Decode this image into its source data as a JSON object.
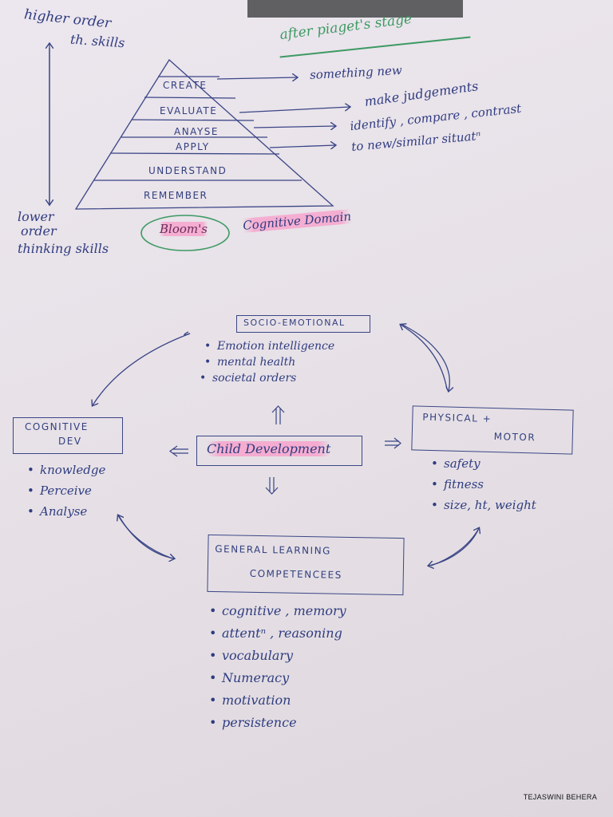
{
  "top_left": {
    "higher_line1": "higher order",
    "higher_line2": "th. skills",
    "lower_line1": "lower",
    "lower_line2": "order",
    "lower_line3": "thinking skills"
  },
  "title_top": "after piaget's stage",
  "pyramid": {
    "levels": [
      "CREATE",
      "EVALUATE",
      "ANAYSE",
      "APPLY",
      "UNDERSTAND",
      "REMEMBER"
    ],
    "notes": [
      "something new",
      "make judgements",
      "identify , compare , contrast",
      "to new/similar situatⁿ"
    ]
  },
  "blooms": {
    "circled": "Bloom's",
    "rest": "Cognitive Domain"
  },
  "socio": {
    "title": "SOCIO-EMOTIONAL",
    "items": [
      "Emotion intelligence",
      "mental health",
      "societal orders"
    ]
  },
  "cognitive": {
    "title_line1": "COGNITIVE",
    "title_line2": "DEV",
    "items": [
      "knowledge",
      "Perceive",
      "Analyse"
    ]
  },
  "center": {
    "label": "Child Development"
  },
  "physical": {
    "title_line1": "PHYSICAL +",
    "title_line2": "MOTOR",
    "items": [
      "safety",
      "fitness",
      "size, ht, weight"
    ]
  },
  "general": {
    "title_line1": "GENERAL LEARNING",
    "title_line2": "COMPETENCEES",
    "items": [
      "cognitive , memory",
      "attentⁿ , reasoning",
      "vocabulary",
      "Numeracy",
      "motivation",
      "persistence"
    ]
  },
  "watermark": "TEJASWINI BEHERA",
  "colors": {
    "ink": "#2f3c80",
    "highlight": "#ff82be",
    "green_pen": "#3c9a62",
    "paper": "#e9e3e9"
  }
}
